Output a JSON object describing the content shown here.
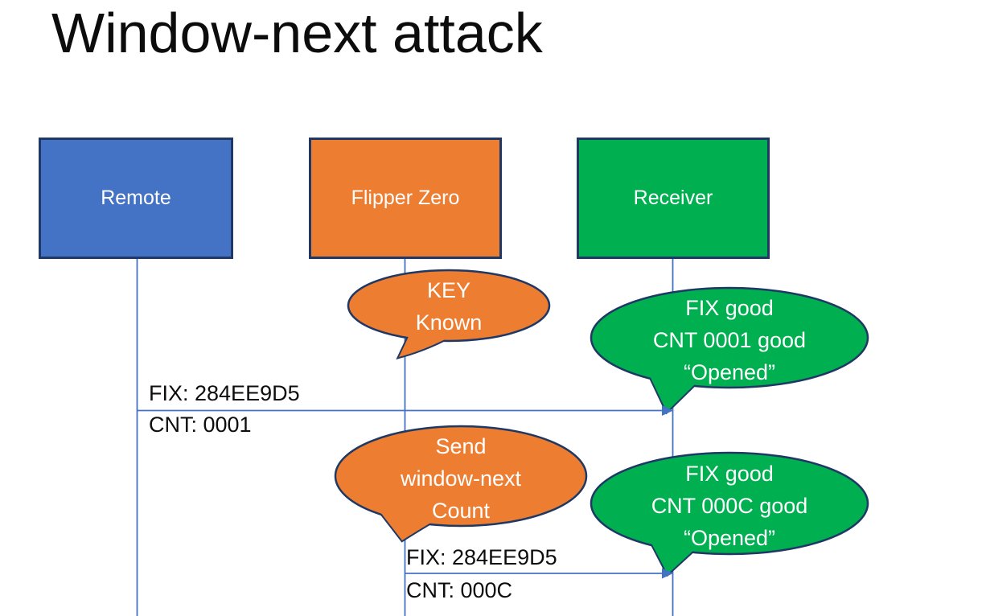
{
  "title": "Window-next attack",
  "colors": {
    "remote_fill": "#4472C4",
    "flipper_fill": "#ED7D31",
    "receiver_fill": "#00B050",
    "shape_outline": "#1F3864",
    "connector_line": "#4472C4",
    "label_text": "#FFFFFF",
    "message_text": "#0D0D0D"
  },
  "actors": [
    {
      "id": "remote",
      "label": "Remote"
    },
    {
      "id": "flipper",
      "label": "Flipper Zero"
    },
    {
      "id": "receiver",
      "label": "Receiver"
    }
  ],
  "callouts": [
    {
      "id": "key-known",
      "color": "orange",
      "lines": [
        "KEY",
        "Known"
      ]
    },
    {
      "id": "receiver-opened-1",
      "color": "green",
      "lines": [
        "FIX good",
        "CNT 0001 good",
        "“Opened”"
      ]
    },
    {
      "id": "send-window-next",
      "color": "orange",
      "lines": [
        "Send",
        "window-next",
        "Count"
      ]
    },
    {
      "id": "receiver-opened-2",
      "color": "green",
      "lines": [
        "FIX good",
        "CNT 000C good",
        "“Opened”"
      ]
    }
  ],
  "messages": [
    {
      "id": "msg1",
      "from": "remote",
      "to": "receiver",
      "line1": "FIX: 284EE9D5",
      "line2": "CNT: 0001"
    },
    {
      "id": "msg2",
      "from": "flipper",
      "to": "receiver",
      "line1": "FIX: 284EE9D5",
      "line2": "CNT: 000C"
    }
  ]
}
